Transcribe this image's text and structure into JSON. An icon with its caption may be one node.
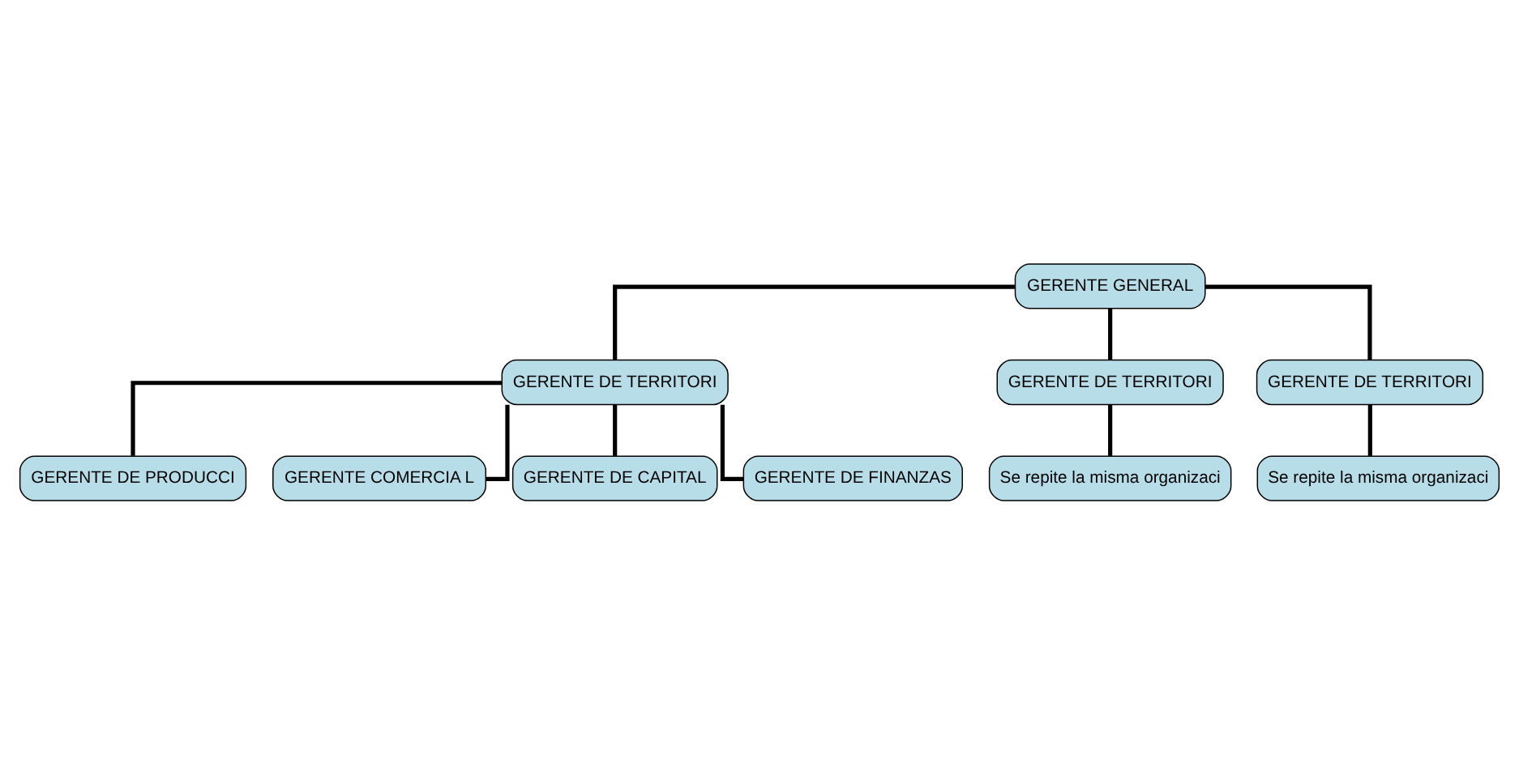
{
  "diagram": {
    "nodes": [
      {
        "text": [
          "GERENTE GENERAL"
        ]
      },
      {
        "text": [
          "GERENTE DE TERRITORI"
        ]
      },
      {
        "text": [
          "GERENTE DE TERRITORI"
        ]
      },
      {
        "text": [
          "GERENTE DE TERRITORI"
        ]
      },
      {
        "text": [
          "GERENTE DE PRODUCCI"
        ]
      },
      {
        "text": [
          "GERENTE COMERCIA L"
        ]
      },
      {
        "text": [
          "GERENTE DE CAPITAL"
        ]
      },
      {
        "text": [
          "GERENTE DE FINANZAS"
        ]
      },
      {
        "text": [
          "Se repite la misma organizaci"
        ]
      },
      {
        "text": [
          "Se repite la misma organizaci"
        ]
      }
    ],
    "edges": [
      {
        "from": 0,
        "to": 1,
        "arrow": "none"
      },
      {
        "from": 0,
        "to": 2,
        "arrow": "none"
      },
      {
        "from": 0,
        "to": 3,
        "arrow": "none"
      },
      {
        "from": 1,
        "to": 4,
        "arrow": "none"
      },
      {
        "from": 1,
        "to": 5,
        "arrow": "none"
      },
      {
        "from": 1,
        "to": 6,
        "arrow": "none"
      },
      {
        "from": 1,
        "to": 7,
        "arrow": "none"
      },
      {
        "from": 2,
        "to": 8,
        "arrow": "none"
      },
      {
        "from": 3,
        "to": 9,
        "arrow": "none"
      }
    ]
  }
}
